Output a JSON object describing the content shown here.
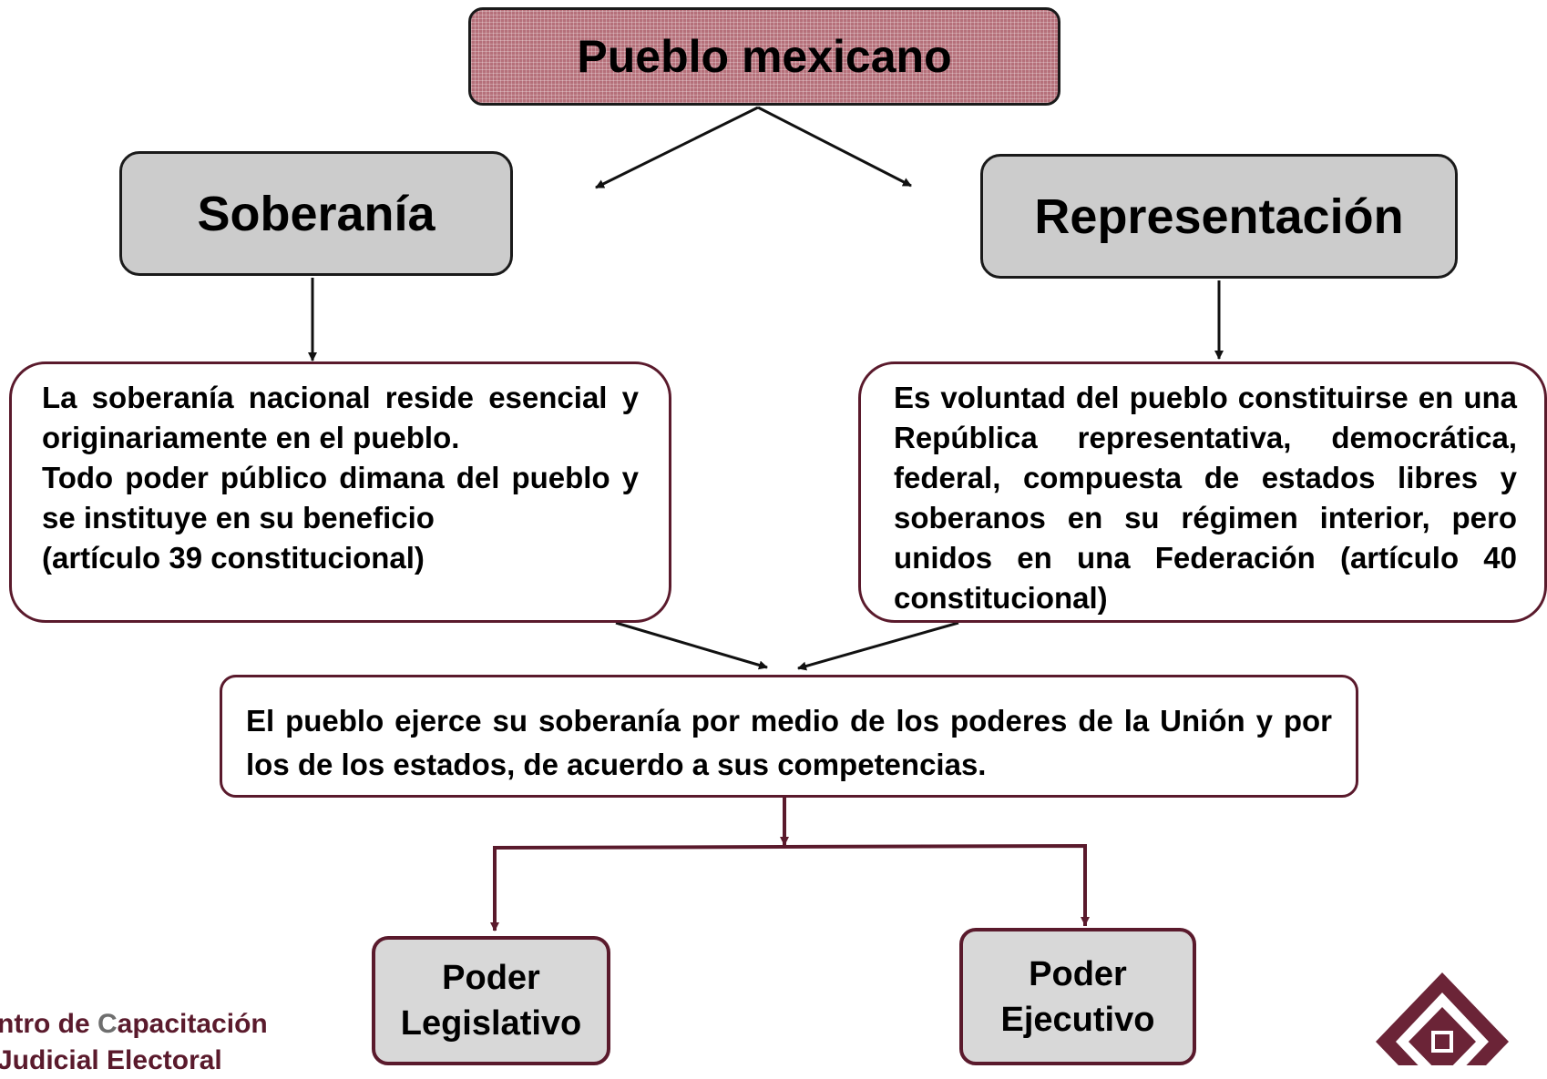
{
  "nodes": {
    "title": "Pueblo mexicano",
    "soberania": "Soberanía",
    "representacion": "Representación",
    "soberania_text": {
      "p1": "La soberanía nacional reside esencial y originariamente en el pueblo.",
      "p2": "Todo poder público dimana del pueblo y se instituye en su beneficio",
      "p3": "(artículo 39 constitucional)"
    },
    "representacion_text": "Es voluntad del pueblo constituirse en una República representativa, democrática, federal, compuesta de estados libres y soberanos en su régimen interior, pero unidos en una Federación (artículo 40 constitucional)",
    "union_text": "El pueblo ejerce su soberanía por medio de los poderes de la Unión y por los de los estados, de acuerdo a sus competencias.",
    "poder_legislativo": {
      "line1": "Poder",
      "line2": "Legislativo"
    },
    "poder_ejecutivo": {
      "line1": "Poder",
      "line2": "Ejecutivo"
    }
  },
  "footer": {
    "line1_a": "ntro de ",
    "line1_b": "C",
    "line1_c": "apacitación",
    "line2": "Judicial Electoral"
  },
  "colors": {
    "title_fill": "#b5707a",
    "box_gray": "#cccccc",
    "accent": "#5a1a2c"
  },
  "icons": {
    "logo": "diamond-logo-icon"
  }
}
